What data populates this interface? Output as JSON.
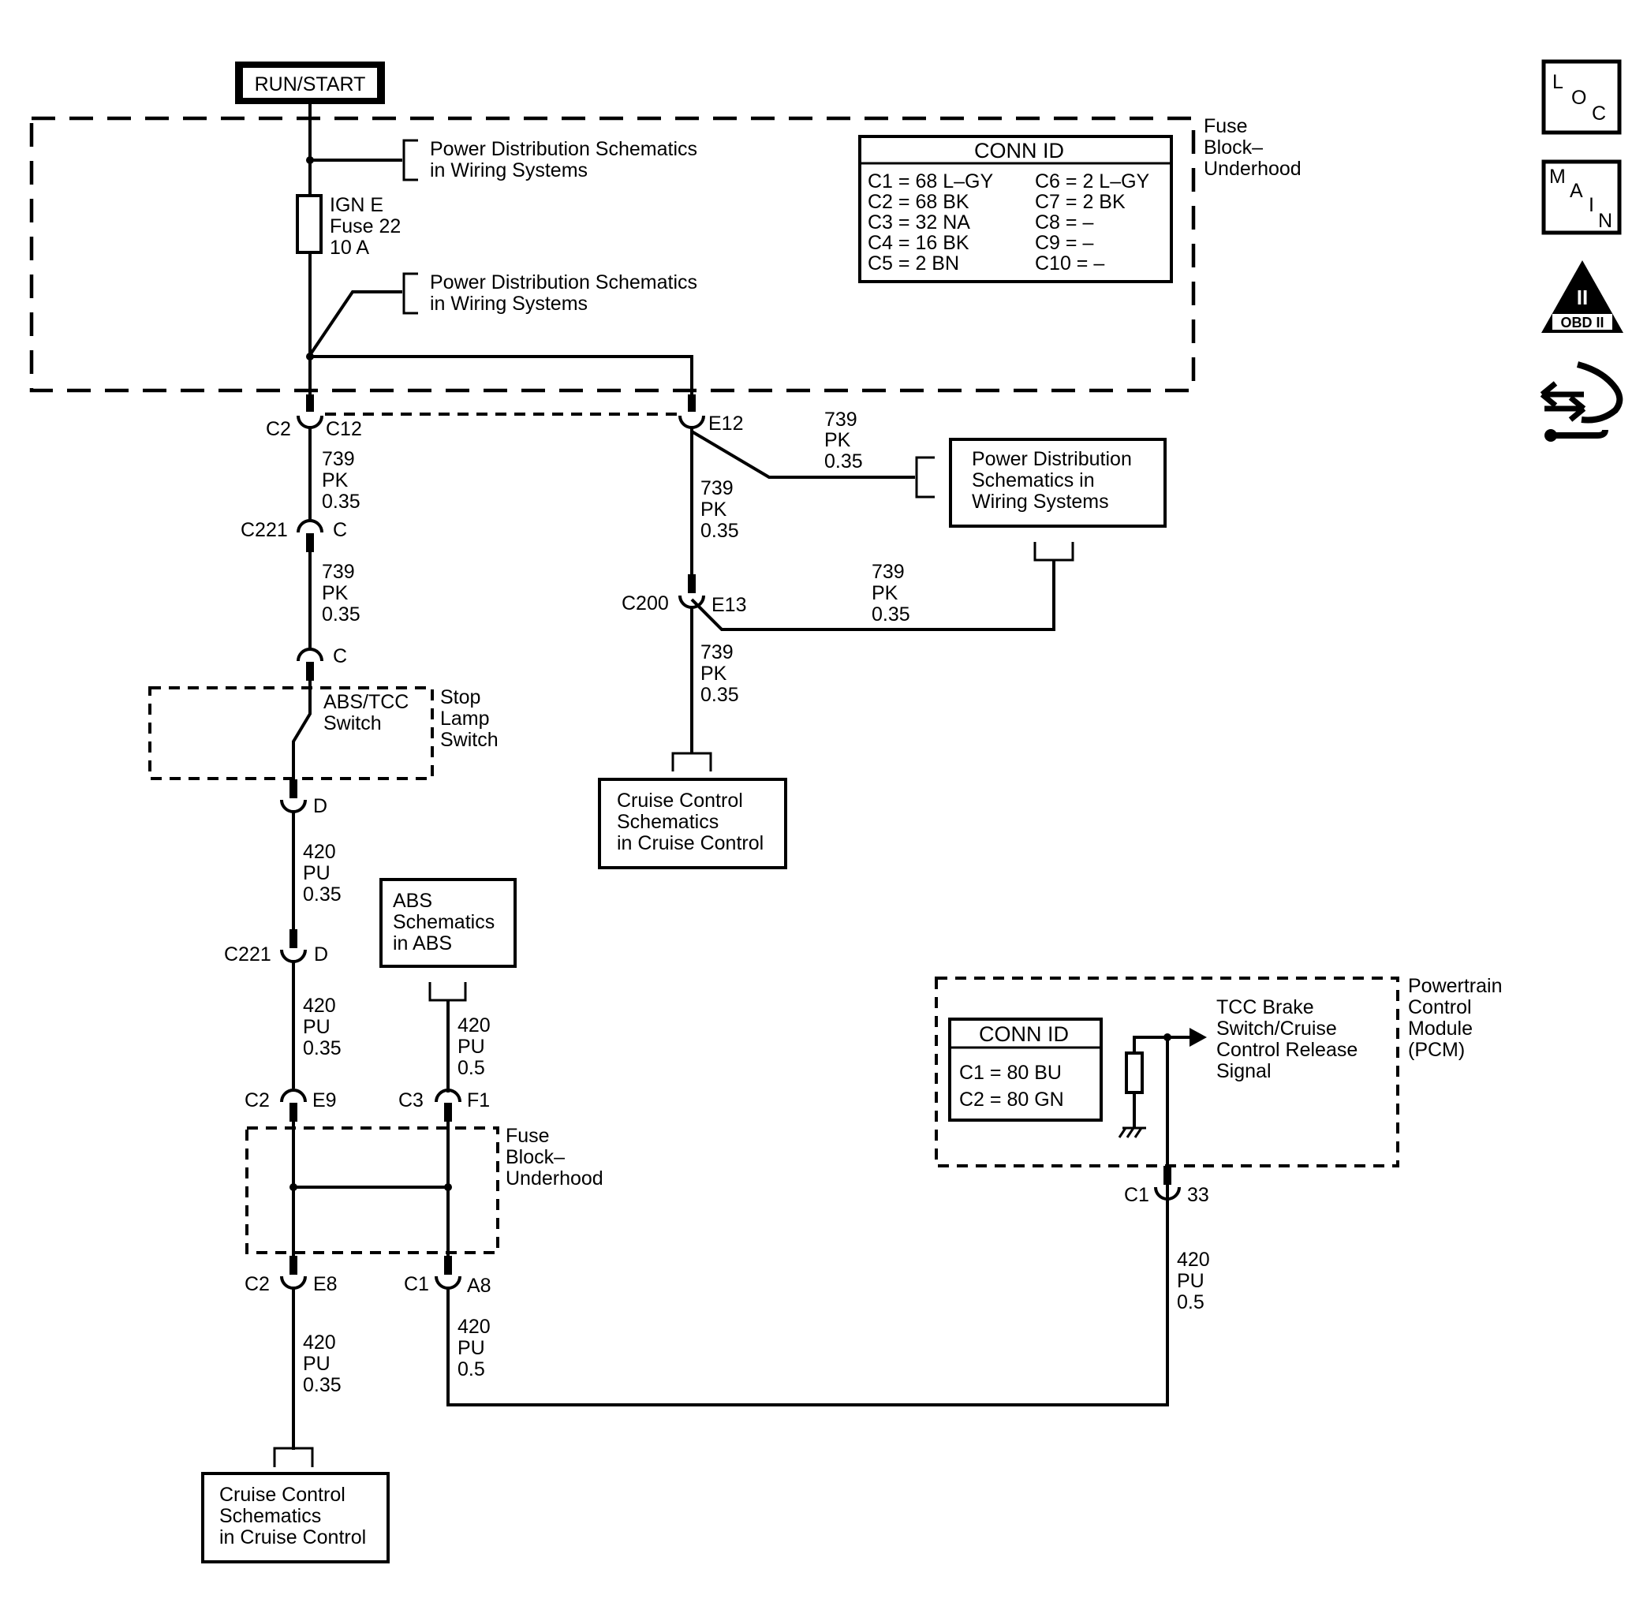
{
  "power_source": "RUN/START",
  "fuse": {
    "line1": "IGN E",
    "line2": "Fuse 22",
    "line3": "10 A"
  },
  "fuse_block_top": {
    "line1": "Fuse",
    "line2": "Block–",
    "line3": "Underhood"
  },
  "fuse_block_bottom": {
    "line1": "Fuse",
    "line2": "Block–",
    "line3": "Underhood"
  },
  "ref_power_dist_1": {
    "line1": "Power Distribution Schematics",
    "line2": "in Wiring Systems"
  },
  "ref_power_dist_2": {
    "line1": "Power Distribution Schematics",
    "line2": "in Wiring Systems"
  },
  "conn_id_fuse_block": {
    "title": "CONN ID",
    "left": [
      "C1 = 68 L–GY",
      "C2 = 68 BK",
      "C3 = 32 NA",
      "C4 = 16 BK",
      "C5 = 2 BN"
    ],
    "right": [
      "C6 = 2 L–GY",
      "C7 = 2 BK",
      "C8 = –",
      "C9 = –",
      "C10 = –"
    ]
  },
  "conn_id_pcm": {
    "title": "CONN ID",
    "rows": [
      "C1  =  80 BU",
      "C2  =  80 GN"
    ]
  },
  "side_icons": {
    "loc": {
      "l1": "L",
      "l2": "O",
      "l3": "C"
    },
    "main": {
      "l1": "M",
      "l2": "A",
      "l3": "I",
      "l4": "N"
    },
    "obd": {
      "roman": "II",
      "label": "OBD II"
    },
    "service_icon": "service-arrows-wrench-icon"
  },
  "connectors": {
    "c2_c12": {
      "left": "C2",
      "right": "C12"
    },
    "c221_c": {
      "left": "C221",
      "right": "C"
    },
    "switch_c": {
      "right": "C"
    },
    "switch_d": {
      "right": "D"
    },
    "c221_d": {
      "left": "C221",
      "right": "D"
    },
    "c2_e9": {
      "left": "C2",
      "right": "E9"
    },
    "c3_f1": {
      "left": "C3",
      "right": "F1"
    },
    "c2_e8": {
      "left": "C2",
      "right": "E8"
    },
    "c1_a8": {
      "left": "C1",
      "right": "A8"
    },
    "e12": {
      "right": "E12"
    },
    "c200_e13": {
      "left": "C200",
      "right": "E13"
    },
    "pcm_c1_33": {
      "left": "C1",
      "right": "33"
    }
  },
  "wires": {
    "w1": {
      "circuit": "739",
      "color": "PK",
      "size": "0.35"
    },
    "w2": {
      "circuit": "739",
      "color": "PK",
      "size": "0.35"
    },
    "w3": {
      "circuit": "739",
      "color": "PK",
      "size": "0.35"
    },
    "w4": {
      "circuit": "739",
      "color": "PK",
      "size": "0.35"
    },
    "w5": {
      "circuit": "739",
      "color": "PK",
      "size": "0.35"
    },
    "w6": {
      "circuit": "739",
      "color": "PK",
      "size": "0.35"
    },
    "w7": {
      "circuit": "420",
      "color": "PU",
      "size": "0.35"
    },
    "w8": {
      "circuit": "420",
      "color": "PU",
      "size": "0.35"
    },
    "w9": {
      "circuit": "420",
      "color": "PU",
      "size": "0.5"
    },
    "w10": {
      "circuit": "420",
      "color": "PU",
      "size": "0.35"
    },
    "w11": {
      "circuit": "420",
      "color": "PU",
      "size": "0.5"
    },
    "w12": {
      "circuit": "420",
      "color": "PU",
      "size": "0.5"
    }
  },
  "switch": {
    "name_line1": "ABS/TCC",
    "name_line2": "Switch",
    "comp_line1": "Stop",
    "comp_line2": "Lamp",
    "comp_line3": "Switch"
  },
  "box_power_dist": {
    "line1": "Power Distribution",
    "line2": "Schematics in",
    "line3": "Wiring Systems"
  },
  "box_cruise_1": {
    "line1": "Cruise Control",
    "line2": "Schematics",
    "line3": "in Cruise Control"
  },
  "box_cruise_2": {
    "line1": "Cruise Control",
    "line2": "Schematics",
    "line3": "in Cruise Control"
  },
  "box_abs": {
    "line1": "ABS",
    "line2": "Schematics",
    "line3": "in ABS"
  },
  "pcm": {
    "signal_line1": "TCC Brake",
    "signal_line2": "Switch/Cruise",
    "signal_line3": "Control Release",
    "signal_line4": "Signal",
    "name_line1": "Powertrain",
    "name_line2": "Control",
    "name_line3": "Module",
    "name_line4": "(PCM)"
  }
}
